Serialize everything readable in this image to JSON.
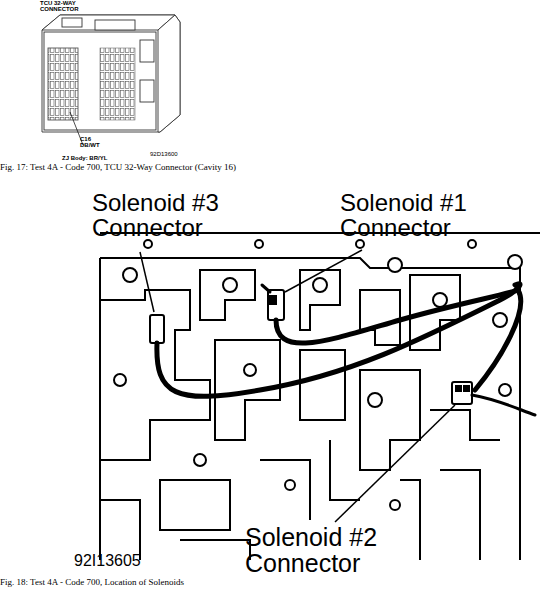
{
  "diagram": {
    "labels": [
      "TCU 32-WAY CONNECTOR",
      "C16 DB/WT",
      "ZJ Body: BR/YL",
      "92D13600",
      "Fig. 17:  Test 4A - Code 700, TCU 32-Way Connector (Cavity 16)",
      "Solenoid #3 Connector",
      "Solenoid #1 Connector",
      "Solenoid #2 Connector",
      "92I13605",
      "Fig. 18:  Test 4A - Code 700, Location of Solenoids"
    ]
  }
}
